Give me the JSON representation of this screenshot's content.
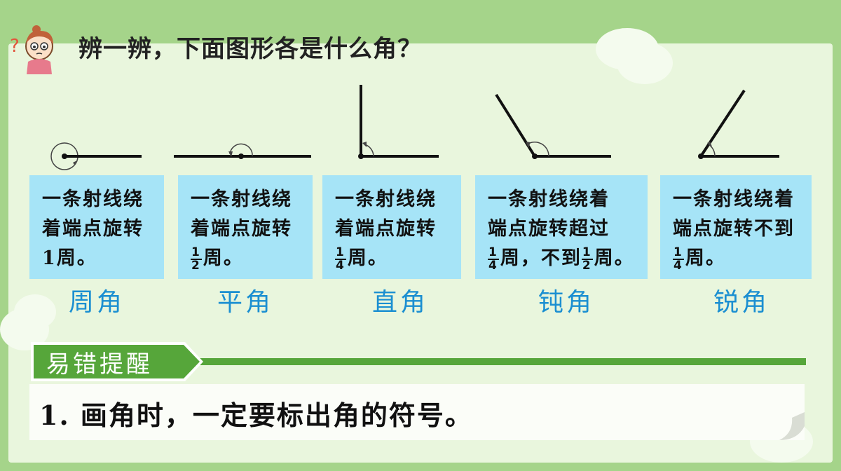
{
  "title": "辨一辨，下面图形各是什么角？",
  "icons": {
    "avatar": "girl-thinking-icon",
    "question": "question-mark-icon"
  },
  "cards": [
    {
      "lines": [
        "一条射线绕",
        "着端点旋转",
        "1周。"
      ],
      "name": "周角"
    },
    {
      "line1": "一条射线绕",
      "line2": "着端点旋转",
      "frac_num": "1",
      "frac_den": "2",
      "tail": "周。",
      "name": "平角"
    },
    {
      "line1": "一条射线绕",
      "line2": "着端点旋转",
      "frac_num": "1",
      "frac_den": "4",
      "tail": "周。",
      "name": "直角"
    },
    {
      "line1": "一条射线绕着",
      "line2": "端点旋转超过",
      "frac1_num": "1",
      "frac1_den": "4",
      "mid": "周，不到",
      "frac2_num": "1",
      "frac2_den": "2",
      "tail": "周。",
      "name": "钝角"
    },
    {
      "line1": "一条射线绕着",
      "line2": "端点旋转不到",
      "frac_num": "1",
      "frac_den": "4",
      "tail": "周。",
      "name": "锐角"
    }
  ],
  "tip": {
    "badge": "易错提醒",
    "text": "1. 画角时，一定要标出角的符号。"
  },
  "colors": {
    "card": "#a6e4f7",
    "name": "#1b8fd1",
    "badge": "#56a63a",
    "background": "#a5d48a"
  }
}
